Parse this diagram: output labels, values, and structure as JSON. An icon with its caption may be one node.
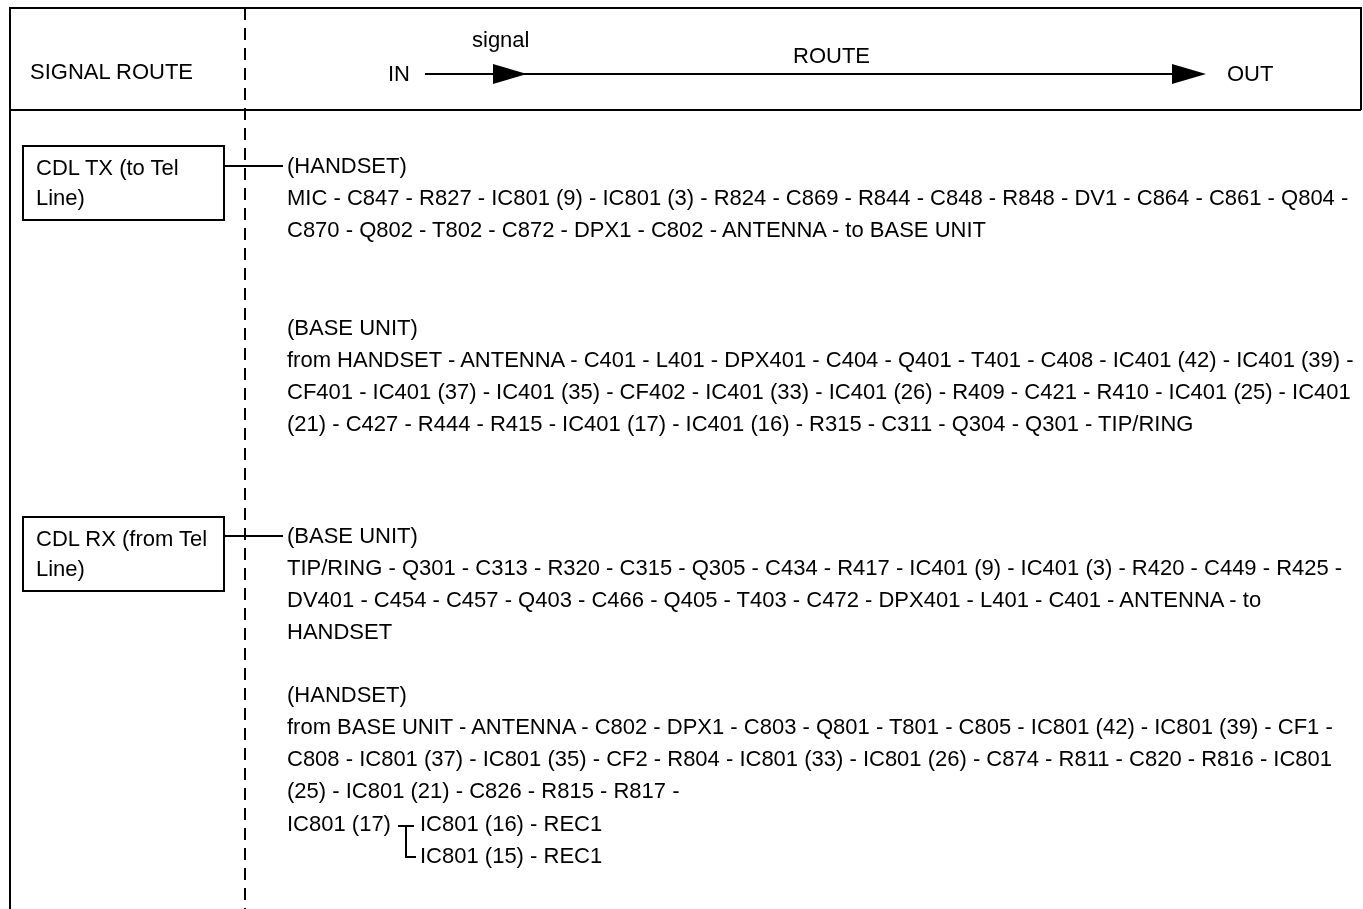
{
  "diagram": {
    "nodes": [
      {
        "text": [
          "CDL TX (to Tel Line)"
        ]
      },
      {
        "text": [
          "(HANDSET)",
          "MIC - C847 - R827 - IC801 (9) - IC801 (3) - R824 - C869 - R844 - C848 - R848 - DV1 - C864 - C861 - Q804 - C870 - Q802 - T802 - C872 - DPX1 - C802 - ANTENNA - to BASE UNIT"
        ]
      },
      {
        "text": [
          "CDL RX (from Tel Line)"
        ]
      },
      {
        "text": [
          "(BASE UNIT)",
          "TIP/RING - Q301 - C313 - R320 - C315 - Q305 - C434 - R417 - IC401 (9) - IC401 (3) - R420 - C449 - R425 - DV401 - C454 - C457 - Q403 - C466 - Q405 - T403 - C472 - DPX401 - L401 - C401 - ANTENNA - to HANDSET"
        ]
      }
    ],
    "edges": [
      {
        "from": 0,
        "to": 1,
        "arrow": "none"
      },
      {
        "from": 2,
        "to": 3,
        "arrow": "none"
      }
    ],
    "labels": [
      "SIGNAL ROUTE",
      "signal",
      "IN",
      "ROUTE",
      "OUT",
      "(BASE UNIT)",
      "from HANDSET - ANTENNA - C401 - L401 - DPX401 - C404 - Q401 - T401 - C408 - IC401 (42) - IC401 (39) - CF401 - IC401 (37) - IC401 (35) - CF402 - IC401 (33) - IC401 (26) - R409 - C421 - R410 - IC401 (25) - IC401 (21) - C427 - R444 - R415 - IC401 (17) - IC401 (16) - R315 - C311 - Q304 - Q301 - TIP/RING",
      "(HANDSET)",
      "from BASE UNIT - ANTENNA - C802 - DPX1 - C803 - Q801 - T801 - C805 - IC801 (42) - IC801 (39) - CF1 - C808 - IC801 (37) - IC801 (35) - CF2 - R804 - IC801 (33) - IC801 (26) - C874 - R811 - C820 - R816 - IC801 (25) - IC801 (21) - C826 - R815 - R817 -",
      "IC801 (17)",
      "IC801 (16) - REC1",
      "IC801 (15) - REC1"
    ]
  }
}
